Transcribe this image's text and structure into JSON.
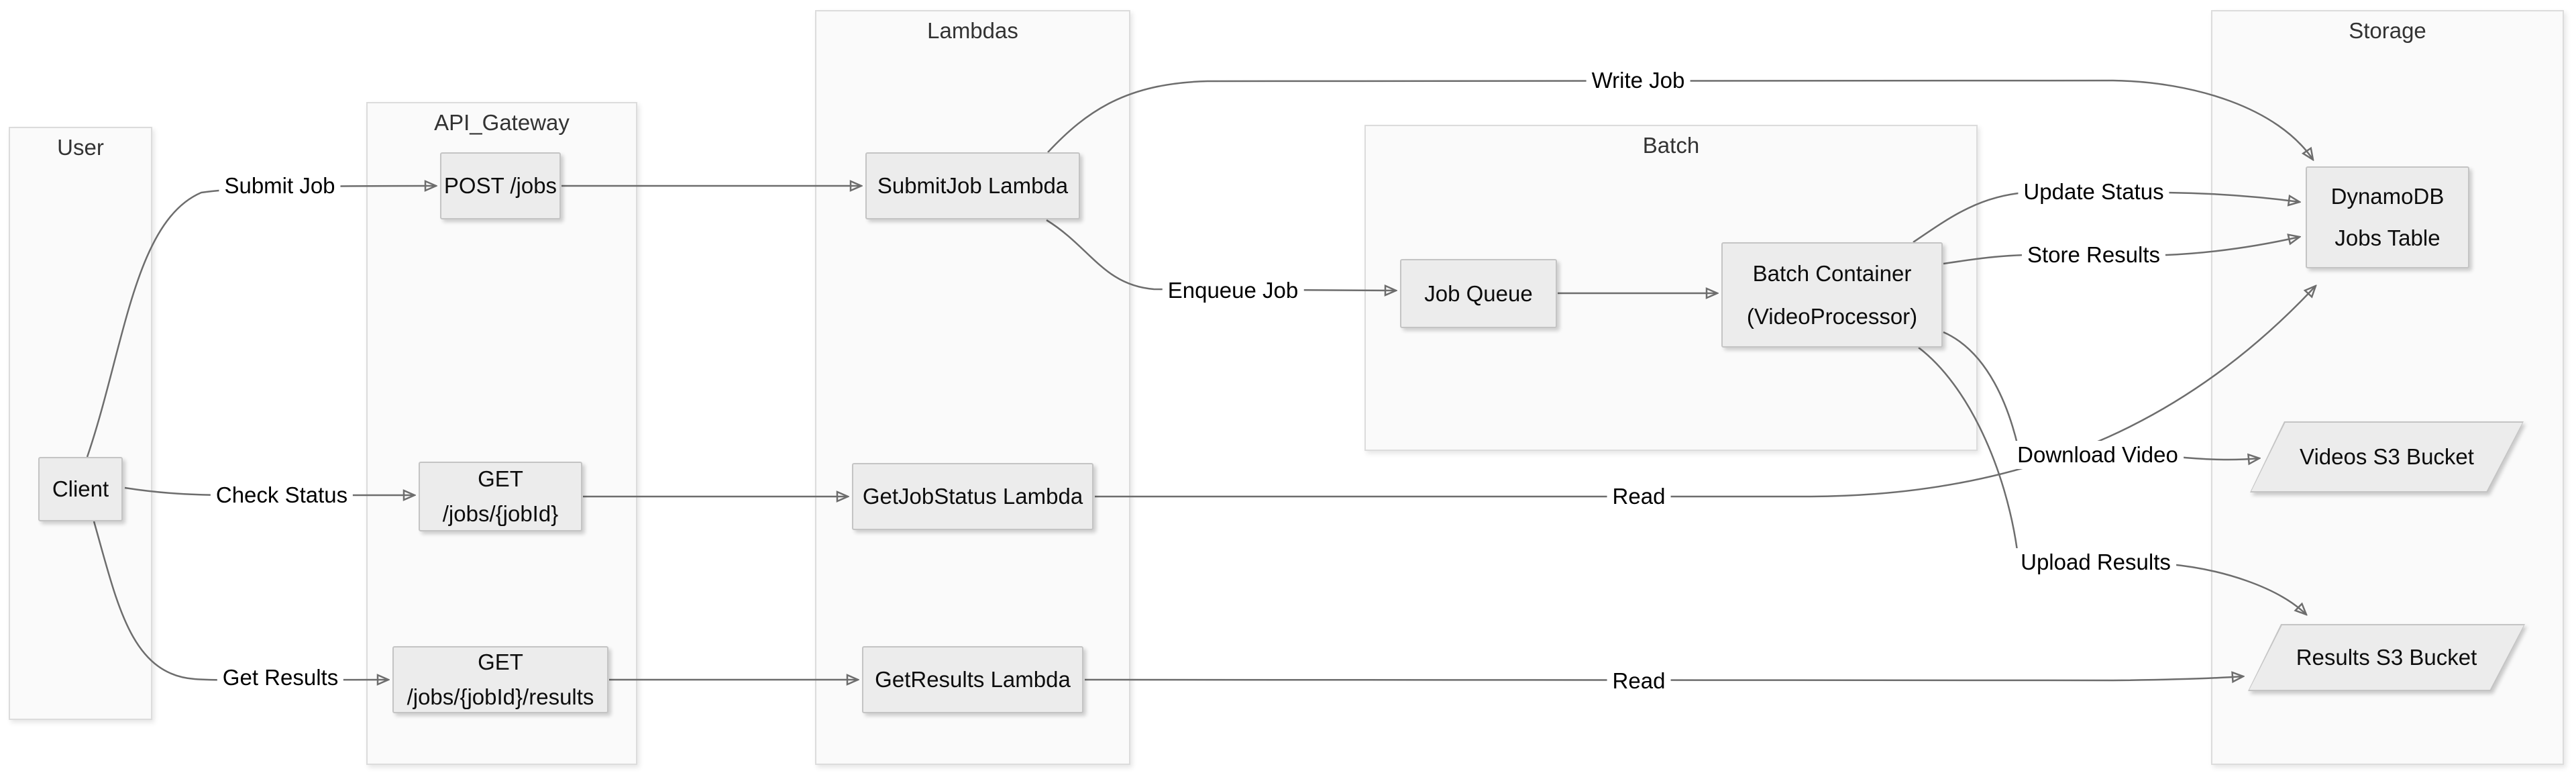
{
  "diagram": {
    "containers": [
      {
        "id": "user",
        "title": "User"
      },
      {
        "id": "api_gateway",
        "title": "API_Gateway"
      },
      {
        "id": "lambdas",
        "title": "Lambdas"
      },
      {
        "id": "batch",
        "title": "Batch"
      },
      {
        "id": "storage",
        "title": "Storage"
      }
    ],
    "nodes": [
      {
        "id": "client",
        "label": "Client"
      },
      {
        "id": "post_jobs",
        "label": "POST /jobs"
      },
      {
        "id": "get_job_status_endpoint",
        "label": "GET /jobs/{jobId}"
      },
      {
        "id": "get_results_endpoint",
        "label": "GET /jobs/{jobId}/results"
      },
      {
        "id": "submitjob_lambda",
        "label": "SubmitJob Lambda"
      },
      {
        "id": "getjobstatus_lambda",
        "label": "GetJobStatus Lambda"
      },
      {
        "id": "getresults_lambda",
        "label": "GetResults Lambda"
      },
      {
        "id": "job_queue",
        "label": "Job Queue"
      },
      {
        "id": "batch_container",
        "lines": [
          "Batch Container",
          "(VideoProcessor)"
        ]
      },
      {
        "id": "dynamodb_jobs_table",
        "lines": [
          "DynamoDB",
          "Jobs Table"
        ]
      },
      {
        "id": "videos_s3_bucket",
        "label": "Videos S3 Bucket"
      },
      {
        "id": "results_s3_bucket",
        "label": "Results S3 Bucket"
      }
    ],
    "edge_labels": [
      {
        "id": "submit_job",
        "label": "Submit Job"
      },
      {
        "id": "check_status",
        "label": "Check Status"
      },
      {
        "id": "get_results",
        "label": "Get Results"
      },
      {
        "id": "write_job",
        "label": "Write Job"
      },
      {
        "id": "enqueue_job",
        "label": "Enqueue Job"
      },
      {
        "id": "update_status",
        "label": "Update Status"
      },
      {
        "id": "store_results",
        "label": "Store Results"
      },
      {
        "id": "download_video",
        "label": "Download Video"
      },
      {
        "id": "upload_results",
        "label": "Upload Results"
      },
      {
        "id": "read_status",
        "label": "Read"
      },
      {
        "id": "read_results",
        "label": "Read"
      }
    ],
    "colors": {
      "edge_line": "#6d6d6d",
      "arrowhead": "#6d6d6d",
      "node_fill": "#ececec",
      "node_border": "#c4c4c4",
      "container_fill": "#fafafa",
      "container_border": "#dcdcdc",
      "text": "#0d0d0d",
      "title_text": "#333333",
      "canvas": "#ffffff"
    }
  }
}
